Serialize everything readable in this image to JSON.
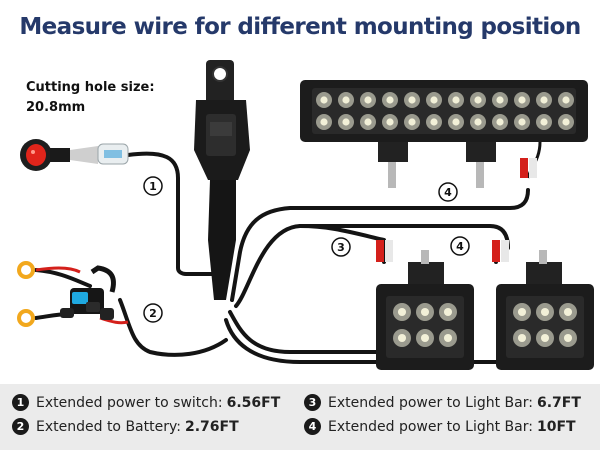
{
  "headline": "Measure wire for different mounting position",
  "cutting_hole": {
    "label": "Cutting hole size:",
    "value": "20.8mm"
  },
  "markers": {
    "m1": "1",
    "m2": "2",
    "m3": "3",
    "m4a": "4",
    "m4b": "4"
  },
  "legend": [
    {
      "number": "1",
      "text": "Extended power to switch:",
      "value": "6.56FT"
    },
    {
      "number": "2",
      "text": "Extended to Battery:",
      "value": "2.76FT"
    },
    {
      "number": "3",
      "text": "Extended power to Light Bar:",
      "value": "6.7FT"
    },
    {
      "number": "4",
      "text": "Extended power to Light Bar:",
      "value": "10FT"
    }
  ],
  "colors": {
    "headline": "#25396a",
    "wire": "#141414",
    "red_wire": "#d4201b",
    "switch_red": "#e1251b",
    "fuse_blue": "#1fa9e0",
    "ring_terminal": "#f2a81d",
    "legend_background": "#ebebeb"
  },
  "icons": {
    "switch": "rocker-switch-icon",
    "relay": "relay-icon",
    "fuse": "fuse-holder-icon",
    "light_bar": "led-light-bar-icon",
    "pod_light": "led-pod-light-icon",
    "terminal": "ring-terminal-icon"
  }
}
